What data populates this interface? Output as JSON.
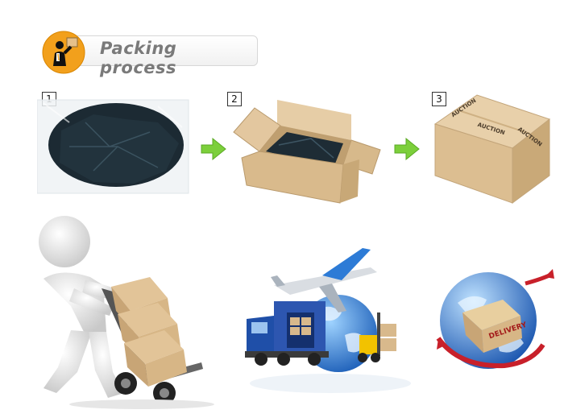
{
  "header": {
    "title": "Packing process",
    "icon": "person-holding-box-icon"
  },
  "steps": [
    {
      "number": "1",
      "image": "bagged-dark-item"
    },
    {
      "number": "2",
      "image": "item-in-open-carton"
    },
    {
      "number": "3",
      "image": "sealed-carton"
    }
  ],
  "carton_prints": [
    "AUCTION",
    "AUCTION",
    "AUCTION"
  ],
  "globe_box_label": "DELIVERY",
  "colors": {
    "accent_orange": "#f2a01c",
    "arrow_green": "#7ccf3b",
    "carton": "#d8b98c",
    "globe_blue": "#2f6fc4",
    "truck_blue": "#1f4fa8",
    "swoosh_red": "#c8202a"
  }
}
